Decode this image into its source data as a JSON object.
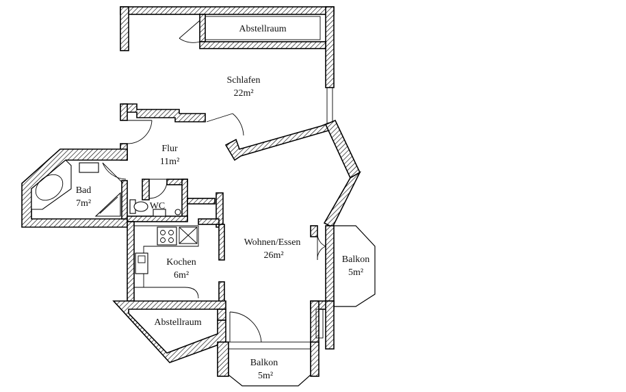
{
  "plan": {
    "rooms": [
      {
        "id": "abstellraum-top",
        "name": "Abstellraum",
        "area": ""
      },
      {
        "id": "schlafen",
        "name": "Schlafen",
        "area": "22m²"
      },
      {
        "id": "flur",
        "name": "Flur",
        "area": "11m²"
      },
      {
        "id": "bad",
        "name": "Bad",
        "area": "7m²"
      },
      {
        "id": "wc",
        "name": "WC",
        "area": ""
      },
      {
        "id": "kochen",
        "name": "Kochen",
        "area": "6m²"
      },
      {
        "id": "wohnen",
        "name": "Wohnen/Essen",
        "area": "26m²"
      },
      {
        "id": "balkon-right",
        "name": "Balkon",
        "area": "5m²"
      },
      {
        "id": "abstellraum-bottom",
        "name": "Abstellraum",
        "area": ""
      },
      {
        "id": "balkon-bottom",
        "name": "Balkon",
        "area": "5m²"
      }
    ]
  }
}
